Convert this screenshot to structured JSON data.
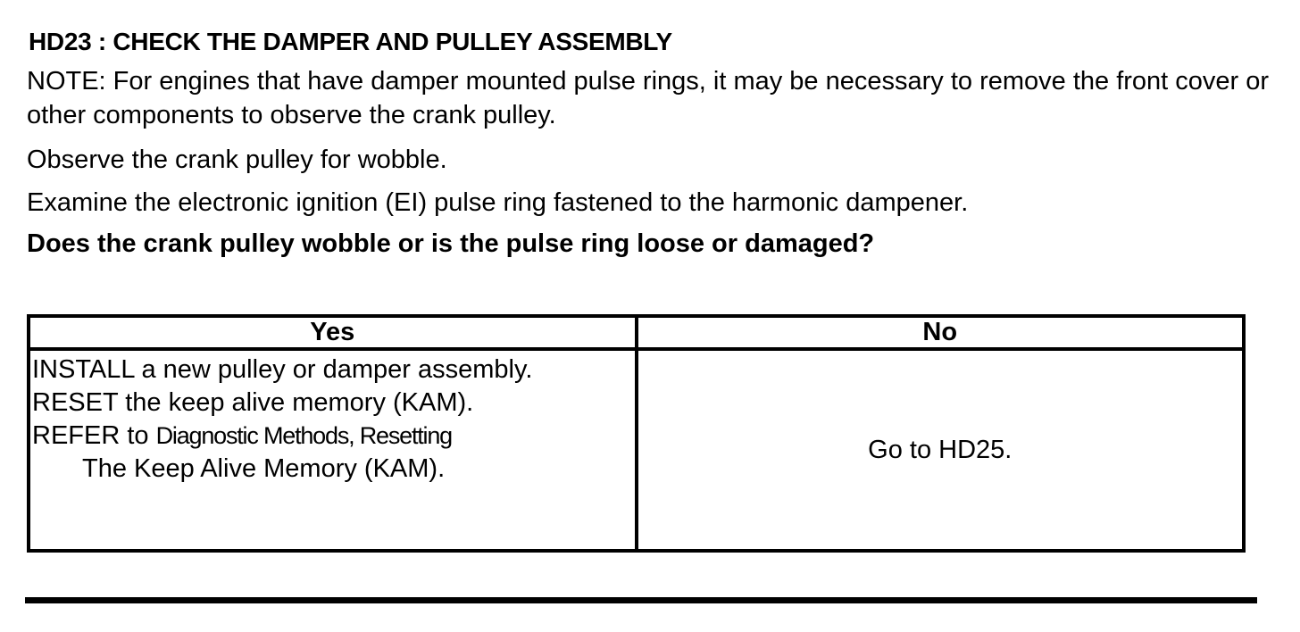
{
  "page": {
    "colors": {
      "text": "#000000",
      "background": "#ffffff",
      "border": "#000000"
    },
    "title": "HD23 : CHECK THE DAMPER AND PULLEY ASSEMBLY",
    "paragraphs": {
      "note": "NOTE: For engines that have damper mounted pulse rings, it may be necessary to remove the front cover or other components to observe the crank pulley.",
      "observe": "Observe the crank pulley for wobble.",
      "examine": "Examine the electronic ignition (EI) pulse ring fastened to the harmonic dampener.",
      "question": "Does the crank pulley wobble or is the pulse ring loose or damaged?"
    },
    "decision_table": {
      "headers": [
        "Yes",
        "No"
      ],
      "yes_cell": {
        "line1": "INSTALL a new pulley or damper assembly.",
        "line2": "RESET the keep alive memory (KAM).",
        "line3_prefix": "REFER to ",
        "line3_reference": "Diagnostic Methods, Resetting",
        "line4_reference": "The Keep Alive Memory (KAM)."
      },
      "no_cell": "Go to HD25."
    }
  }
}
